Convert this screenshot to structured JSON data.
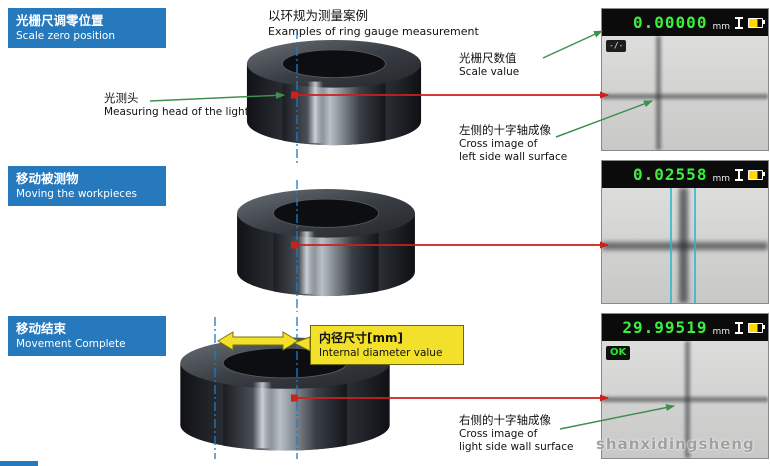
{
  "title": {
    "zh": "以环规为测量案例",
    "en": "Examples of ring gauge measurement"
  },
  "steps": [
    {
      "zh": "光栅尺调零位置",
      "en": "Scale zero position"
    },
    {
      "zh": "移动被测物",
      "en": "Moving the workpieces"
    },
    {
      "zh": "移动结束",
      "en": "Movement Complete"
    }
  ],
  "labels": {
    "measuring_head": {
      "zh": "光测头",
      "en": "Measuring head of the light"
    },
    "scale_value": {
      "zh": "光栅尺数值",
      "en": "Scale value"
    },
    "cross_left": {
      "zh": "左侧的十字轴成像",
      "en_line1": "Cross image of",
      "en_line2": "left side wall surface"
    },
    "cross_right": {
      "zh": "右侧的十字轴成像",
      "en_line1": "Cross image of",
      "en_line2": "light side wall surface"
    },
    "diameter": {
      "zh": "内径尺寸[mm]",
      "en": "Internal diameter value"
    }
  },
  "displays": [
    {
      "value": "0.00000",
      "unit": "mm",
      "flag": "-/-",
      "status": ""
    },
    {
      "value": "0.02558",
      "unit": "mm",
      "flag": "",
      "status": ""
    },
    {
      "value": "29.99519",
      "unit": "mm",
      "flag": "",
      "status": "OK"
    }
  ],
  "watermark": "shanxidingsheng",
  "colors": {
    "step_bg": "#2779bd",
    "arrow_red": "#cf1f1a",
    "arrow_green": "#3f8f4f",
    "zero_line_blue": "#1f7ac4",
    "callout_yellow": "#f2e02a",
    "digit_green": "#3dee3d"
  }
}
